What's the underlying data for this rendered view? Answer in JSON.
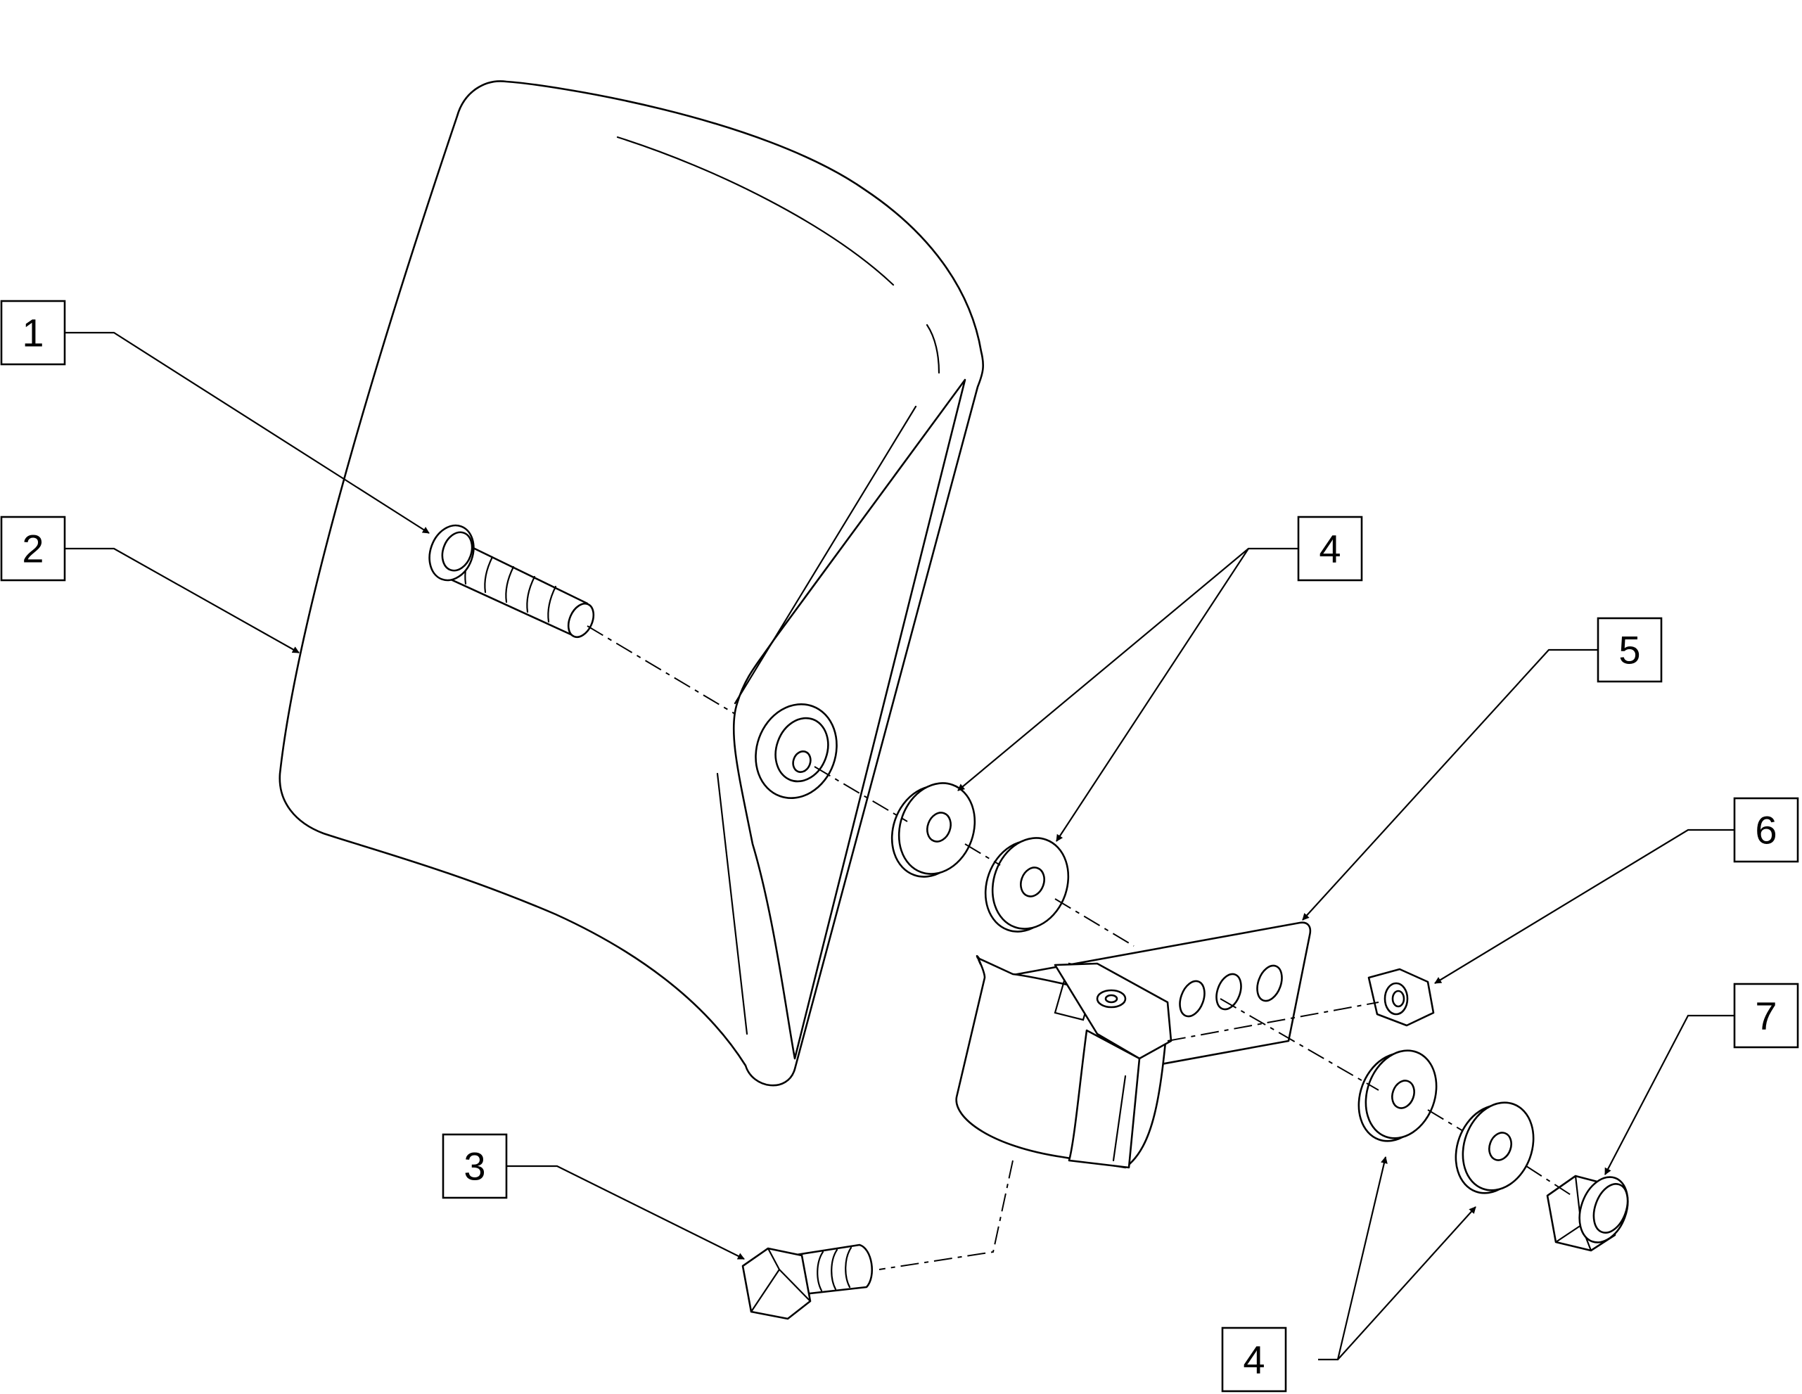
{
  "callouts": [
    {
      "label": "1"
    },
    {
      "label": "2"
    },
    {
      "label": "3"
    },
    {
      "label": "4"
    },
    {
      "label": "5"
    },
    {
      "label": "6"
    },
    {
      "label": "7"
    },
    {
      "label": "4"
    }
  ]
}
